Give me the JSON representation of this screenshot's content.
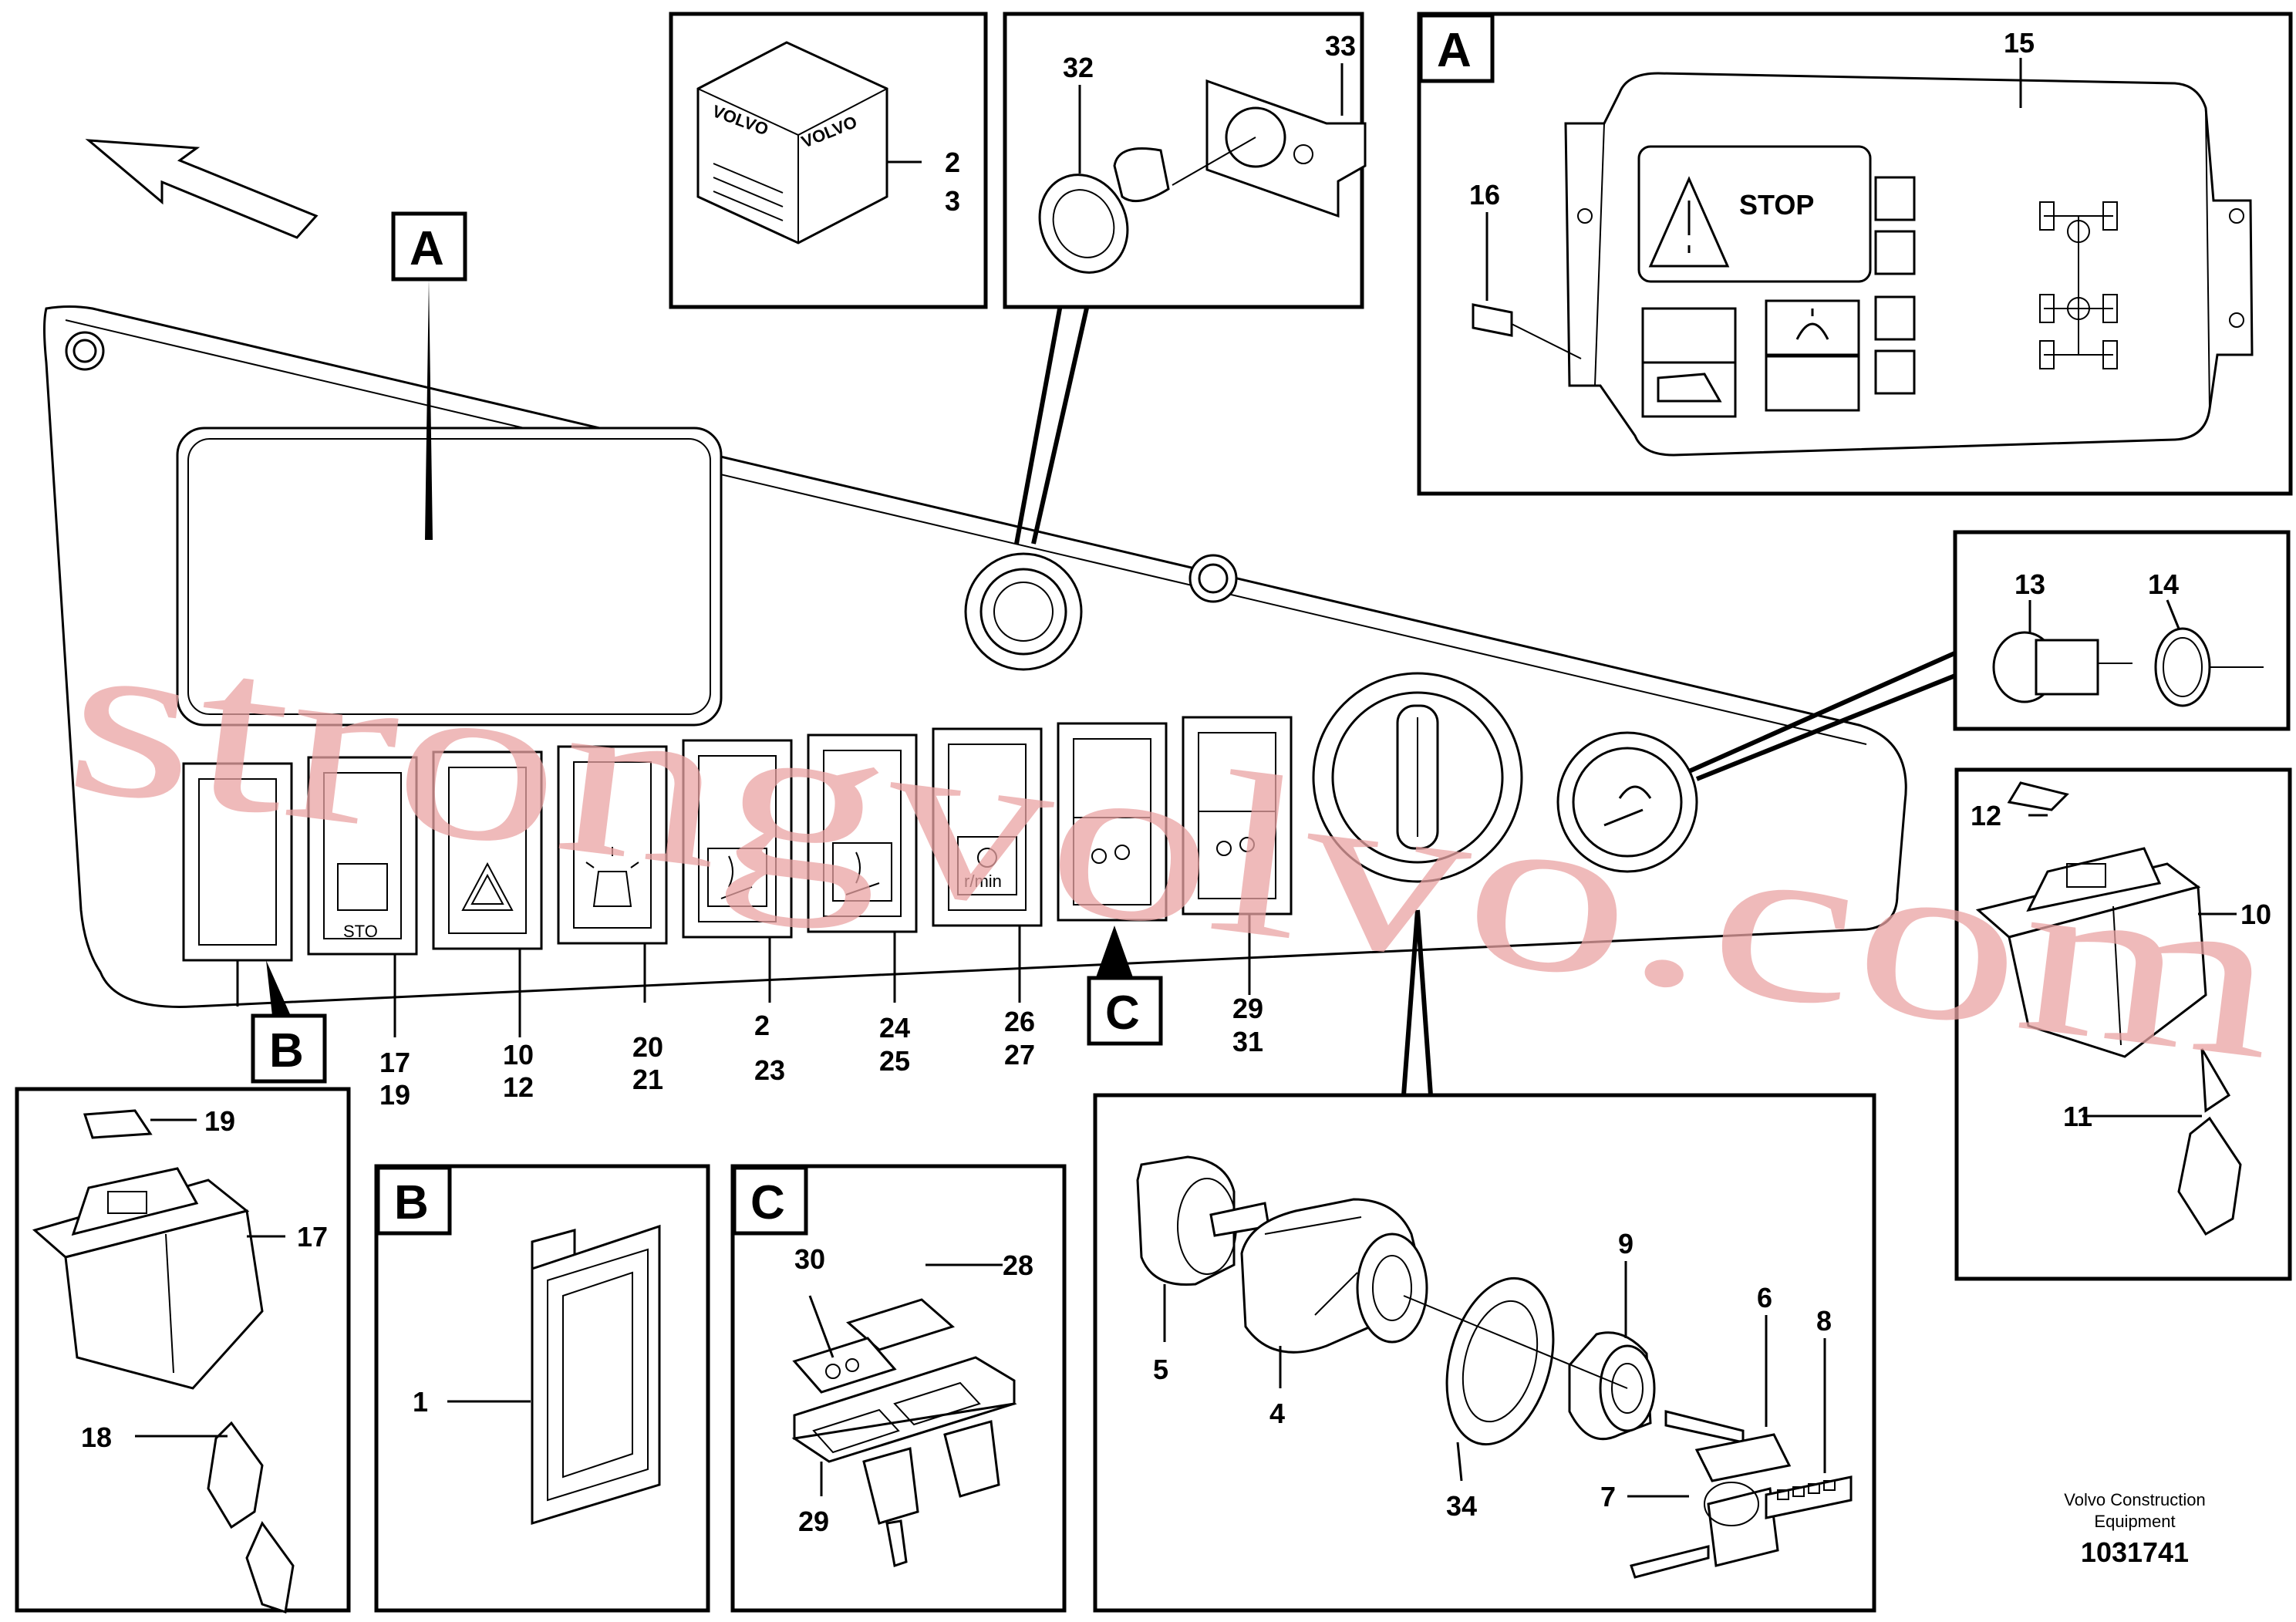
{
  "watermark": "strongvolvo.com",
  "section_letters": {
    "a": "A",
    "b": "B",
    "c": "C"
  },
  "panel_text": {
    "stop": "STOP",
    "volvo": "VOLVO",
    "rmin": "r/min",
    "sto": "STO"
  },
  "footer": {
    "line1": "Volvo Construction",
    "line2": "Equipment",
    "code": "1031741"
  },
  "colors": {
    "watermark": "#e9a3a3",
    "line": "#000000",
    "background": "#ffffff"
  },
  "icons": [
    "arrow-icon",
    "warning-triangle-icon",
    "seat-belt-icon",
    "door-icon",
    "axle-icon",
    "hazard-icon",
    "beacon-icon",
    "seat-heater-icon",
    "key-icon",
    "cigarette-lighter-icon"
  ],
  "labels": {
    "n1": "1",
    "n2": "2",
    "n3": "3",
    "n4": "4",
    "n5": "5",
    "n6": "6",
    "n7": "7",
    "n8": "8",
    "n9": "9",
    "n10": "10",
    "n11": "11",
    "n12": "12",
    "n13": "13",
    "n14": "14",
    "n15": "15",
    "n16": "16",
    "n17": "17",
    "n18": "18",
    "n19": "19",
    "n20": "20",
    "n21": "21",
    "n23": "23",
    "n24": "24",
    "n25": "25",
    "n26": "26",
    "n27": "27",
    "n28": "28",
    "n29": "29",
    "n30": "30",
    "n31": "31",
    "n32": "32",
    "n33": "33",
    "n34": "34",
    "n22": "2"
  }
}
